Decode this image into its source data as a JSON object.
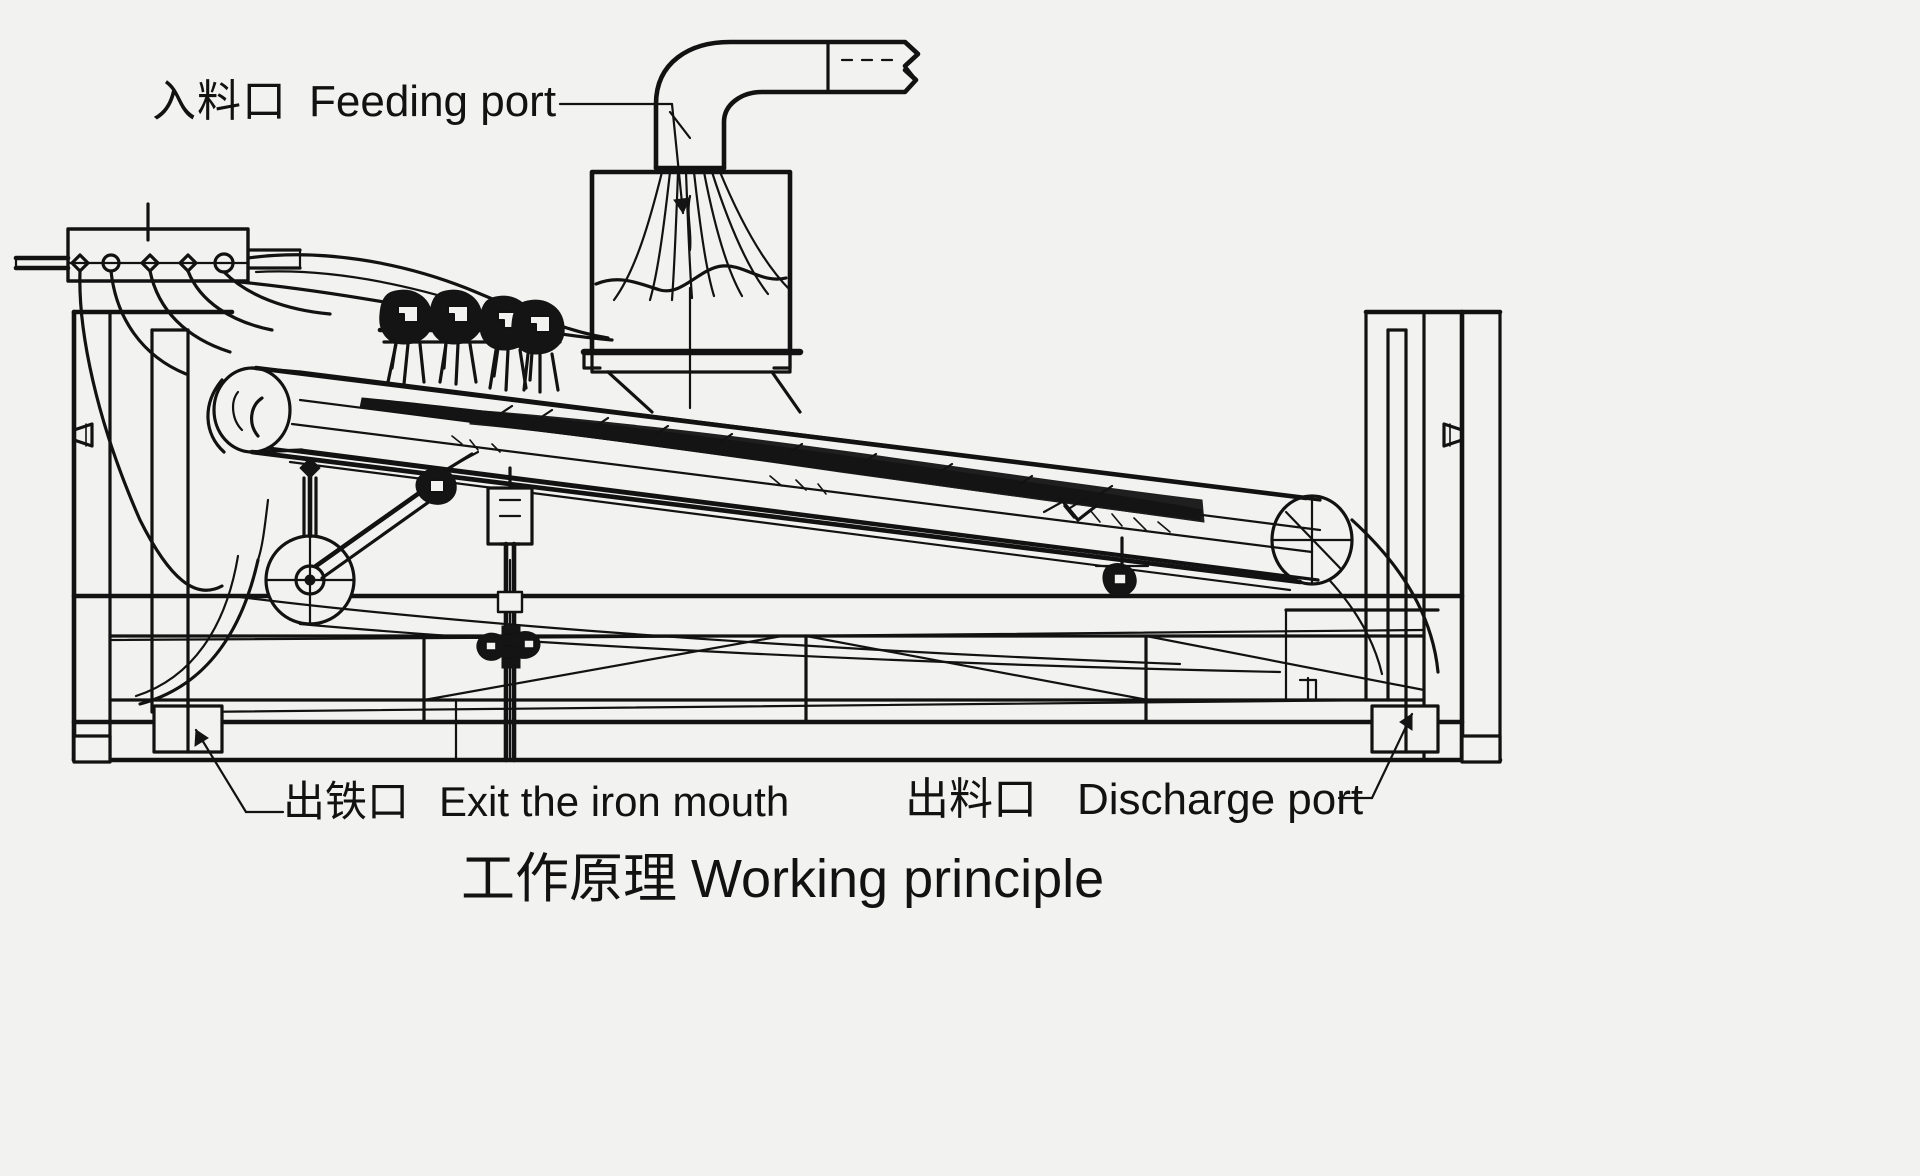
{
  "diagram": {
    "title": {
      "cn": "工作原理",
      "en": "Working principle"
    },
    "background_color": "#f2f2f0",
    "line_color": "#121212",
    "material_color": "#1a1a1a",
    "labels": [
      {
        "id": "feeding-port",
        "cn": "入料口",
        "en": "Feeding port",
        "points_to": "hopper-inlet"
      },
      {
        "id": "exit-iron-mouth",
        "cn": "出铁口",
        "en": "Exit the iron mouth",
        "points_to": "left-foot-outlet"
      },
      {
        "id": "discharge-port",
        "cn": "出料口",
        "en": "Discharge port",
        "points_to": "right-foot-outlet"
      }
    ],
    "parts": {
      "hopper": "feed-hopper",
      "inlet_duct": "curved-inlet-duct",
      "conveyor_belt": "inclined-conveyor-belt",
      "material_layer": "dark-ore-layer",
      "head_drum": "right-head-drum",
      "tail_drum": "left-tail-drum",
      "drive_pulley": "drive-pulley",
      "nozzle_heads": 4,
      "manifold_ports": 5,
      "frame": "machine-frame",
      "feet": 2
    }
  }
}
